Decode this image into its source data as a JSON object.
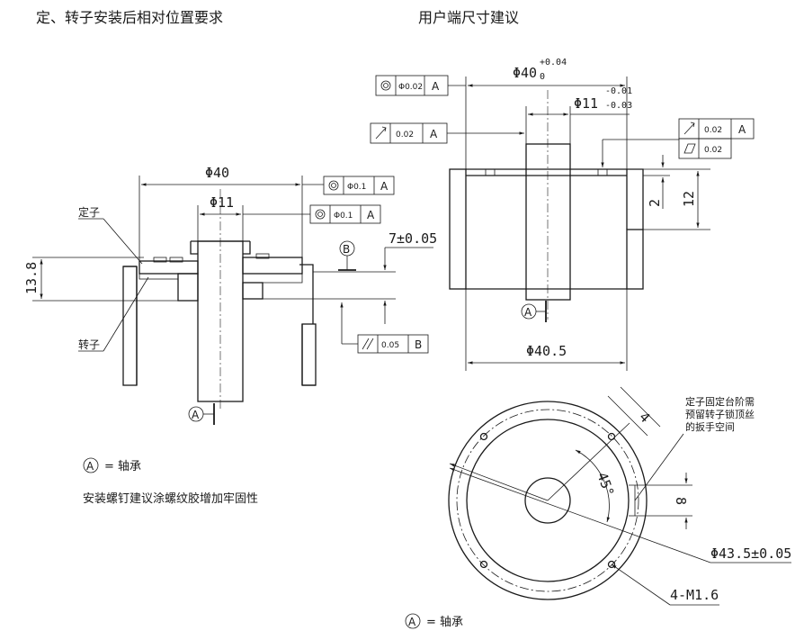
{
  "titles": {
    "left": "定、转子安装后相对位置要求",
    "right": "用户端尺寸建议"
  },
  "left_view": {
    "label_stator": "定子",
    "label_rotor": "转子",
    "dim_outer": "Φ40",
    "dim_shaft": "Φ11",
    "dim_height": "13.8",
    "dim_offset": "7±0.05",
    "datum_b": "B",
    "datum_a": "A",
    "fcf_outer": {
      "symbol": "concentricity",
      "value": "Φ0.1",
      "datum": "A"
    },
    "fcf_shaft": {
      "symbol": "concentricity",
      "value": "Φ0.1",
      "datum": "A"
    },
    "fcf_parallel": {
      "symbol": "parallelism",
      "value": "0.05",
      "datum": "B"
    }
  },
  "notes": {
    "bearing_legend_symbol": "A",
    "bearing_legend_text": "= 轴承",
    "install_tip": "安装螺钉建议涂螺纹胶增加牢固性"
  },
  "right_view": {
    "dim_top": "Φ40",
    "dim_top_upper": "+0.04",
    "dim_top_lower": "0",
    "dim_shaft": "Φ11",
    "dim_shaft_upper": "-0.01",
    "dim_shaft_lower": "-0.03",
    "dim_bottom": "Φ40.5",
    "dim_step": "2",
    "dim_depth": "12",
    "datum_a": "A",
    "fcf_top": {
      "symbol": "concentricity",
      "value": "Φ0.02",
      "datum": "A"
    },
    "fcf_shaft": {
      "symbol": "circular-runout",
      "value": "0.02",
      "datum": "A"
    },
    "fcf_face_runout": {
      "symbol": "circular-runout",
      "value": "0.02",
      "datum": "A"
    },
    "fcf_flatness": {
      "symbol": "flatness",
      "value": "0.02"
    }
  },
  "plan_view": {
    "note_lines": [
      "定子固定台阶需",
      "预留转子锁顶丝",
      "的扳手空间"
    ],
    "dim_slot": "4",
    "dim_angle": "45°",
    "dim_width": "8",
    "dim_pcd": "Φ43.5±0.05",
    "dim_holes": "4-M1.6",
    "bearing_legend_symbol": "A",
    "bearing_legend_text": "= 轴承"
  }
}
